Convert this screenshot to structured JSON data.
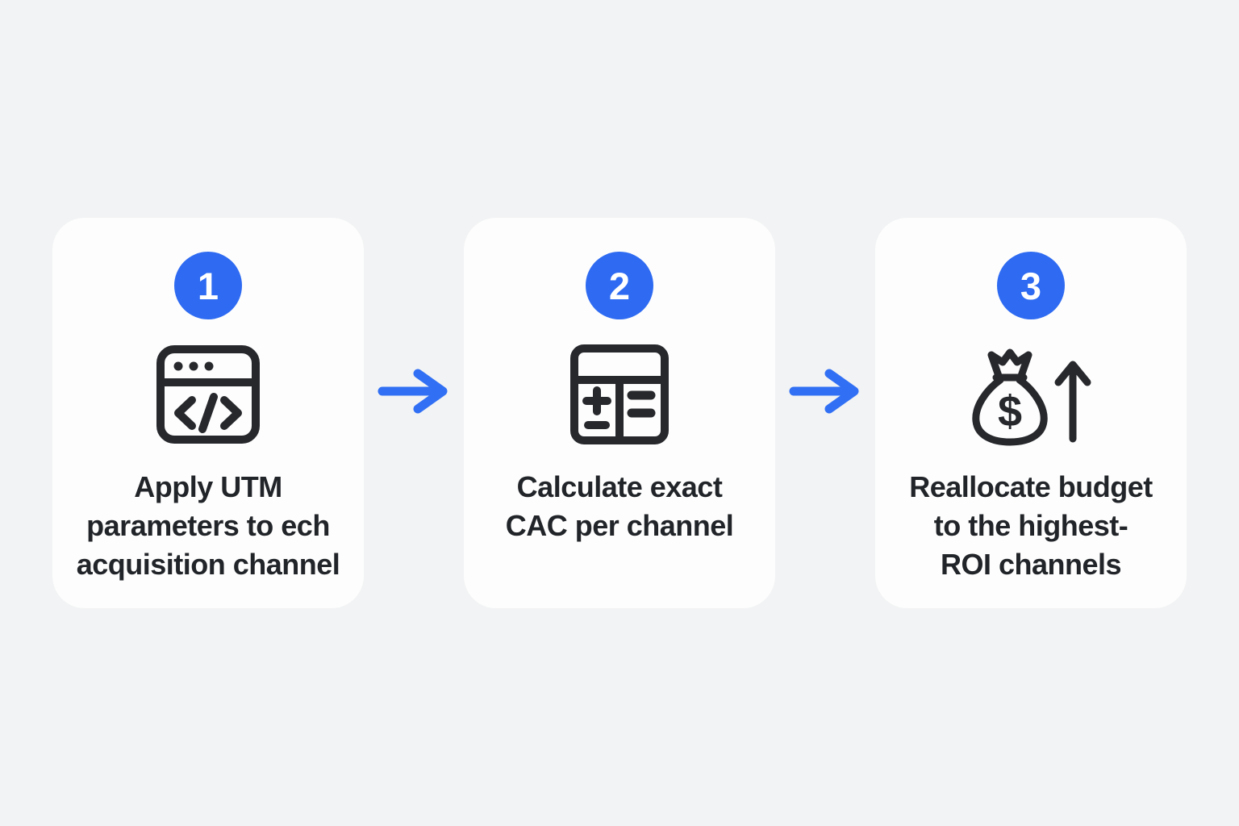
{
  "colors": {
    "page_bg": "#f2f3f4",
    "card_bg": "#fdfdfd",
    "accent_blue": "#2e6bf2",
    "arrow_blue": "#3170f4",
    "icon_color": "#26282c",
    "text_color": "#212428",
    "badge_text": "#ffffff"
  },
  "steps": [
    {
      "number": "1",
      "icon": "code-window-icon",
      "label": "Apply UTM\nparameters to ech\nacquisition channel"
    },
    {
      "number": "2",
      "icon": "calculator-icon",
      "label": "Calculate exact\nCAC per channel"
    },
    {
      "number": "3",
      "icon": "money-bag-growth-icon",
      "label": "Reallocate budget\nto the highest-\nROI channels"
    }
  ]
}
